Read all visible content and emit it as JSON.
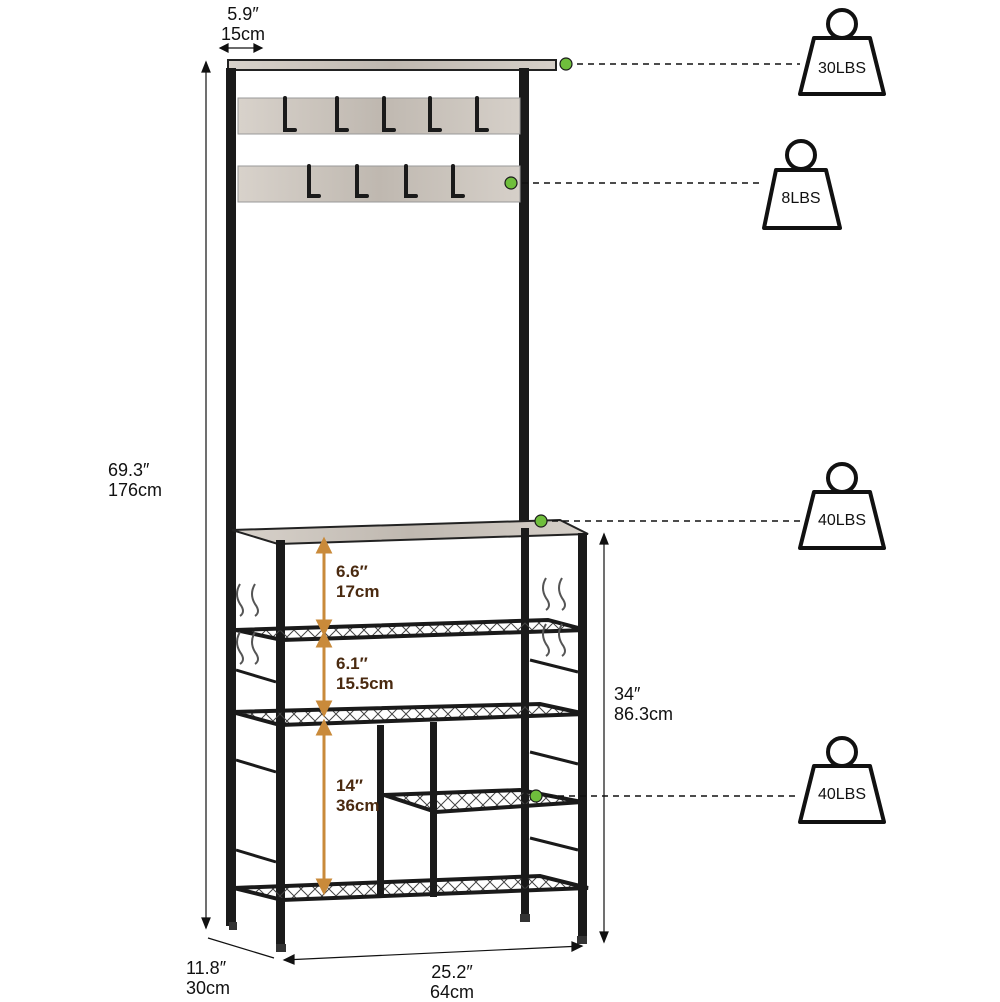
{
  "dimensions": {
    "depth_top": {
      "in": "5.9″",
      "cm": "15cm"
    },
    "height_total": {
      "in": "69.3″",
      "cm": "176cm"
    },
    "height_lower": {
      "in": "34″",
      "cm": "86.3cm"
    },
    "depth_base": {
      "in": "11.8″",
      "cm": "30cm"
    },
    "width": {
      "in": "25.2″",
      "cm": "64cm"
    }
  },
  "shelf_gaps": [
    {
      "in": "6.6″",
      "cm": "17cm"
    },
    {
      "in": "6.1″",
      "cm": "15.5cm"
    },
    {
      "in": "14″",
      "cm": "36cm"
    }
  ],
  "weights": [
    {
      "label": "30LBS"
    },
    {
      "label": "8LBS"
    },
    {
      "label": "40LBS"
    },
    {
      "label": "40LBS"
    }
  ],
  "colors": {
    "frame": "#1a1a1a",
    "wood": "#cfc9c2",
    "marker": "#6fbe3c",
    "arrow": "#c98a3a"
  }
}
